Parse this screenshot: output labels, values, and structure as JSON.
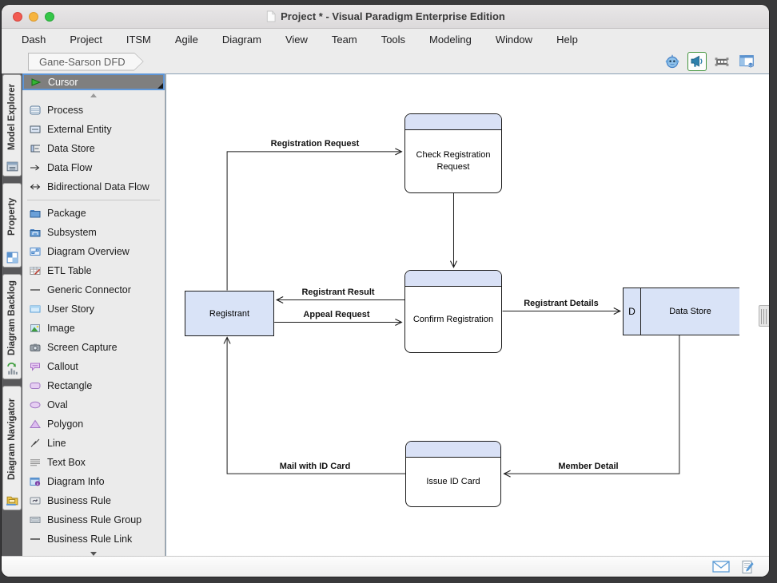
{
  "window": {
    "title": "Project * - Visual Paradigm Enterprise Edition",
    "controls": [
      "close",
      "minimize",
      "zoom"
    ]
  },
  "menu_bar": {
    "items": [
      "Dash",
      "Project",
      "ITSM",
      "Agile",
      "Diagram",
      "View",
      "Team",
      "Tools",
      "Modeling",
      "Window",
      "Help"
    ]
  },
  "toolbar": {
    "breadcrumb": "Gane-Sarson DFD",
    "right_icons": [
      "assistant-robot-icon",
      "announcement-icon",
      "selection-bounds-icon",
      "layout-panel-icon"
    ],
    "active_icon": "announcement-icon"
  },
  "side_tabs": {
    "items": [
      {
        "label": "Model Explorer",
        "icon": "model-explorer-icon"
      },
      {
        "label": "Property",
        "icon": "property-grid-icon"
      },
      {
        "label": "Diagram Backlog",
        "icon": "backlog-chart-icon"
      },
      {
        "label": "Diagram Navigator",
        "icon": "navigator-folder-icon"
      }
    ]
  },
  "palette": {
    "selected_tool": "Cursor",
    "tools": [
      {
        "label": "Cursor",
        "icon": "cursor-icon"
      },
      {
        "label": "Process",
        "icon": "process-icon"
      },
      {
        "label": "External Entity",
        "icon": "external-entity-icon"
      },
      {
        "label": "Data Store",
        "icon": "data-store-icon"
      },
      {
        "label": "Data Flow",
        "icon": "data-flow-icon"
      },
      {
        "label": "Bidirectional Data Flow",
        "icon": "bidirectional-data-flow-icon"
      },
      {
        "label": "Package",
        "icon": "package-icon"
      },
      {
        "label": "Subsystem",
        "icon": "subsystem-icon"
      },
      {
        "label": "Diagram Overview",
        "icon": "diagram-overview-icon"
      },
      {
        "label": "ETL Table",
        "icon": "etl-table-icon"
      },
      {
        "label": "Generic Connector",
        "icon": "generic-connector-icon"
      },
      {
        "label": "User Story",
        "icon": "user-story-icon"
      },
      {
        "label": "Image",
        "icon": "image-icon"
      },
      {
        "label": "Screen Capture",
        "icon": "screen-capture-icon"
      },
      {
        "label": "Callout",
        "icon": "callout-icon"
      },
      {
        "label": "Rectangle",
        "icon": "rectangle-icon"
      },
      {
        "label": "Oval",
        "icon": "oval-icon"
      },
      {
        "label": "Polygon",
        "icon": "polygon-icon"
      },
      {
        "label": "Line",
        "icon": "line-icon"
      },
      {
        "label": "Text Box",
        "icon": "text-box-icon"
      },
      {
        "label": "Diagram Info",
        "icon": "diagram-info-icon"
      },
      {
        "label": "Business Rule",
        "icon": "business-rule-icon"
      },
      {
        "label": "Business Rule Group",
        "icon": "business-rule-group-icon"
      },
      {
        "label": "Business Rule Link",
        "icon": "business-rule-link-icon"
      }
    ]
  },
  "diagram": {
    "nodes": {
      "check_registration": {
        "label": "Check Registration Request",
        "type": "process"
      },
      "confirm_registration": {
        "label": "Confirm Registration",
        "type": "process"
      },
      "issue_id_card": {
        "label": "Issue ID Card",
        "type": "process"
      },
      "registrant": {
        "label": "Registrant",
        "type": "external-entity"
      },
      "data_store": {
        "label": "Data Store",
        "tag": "D",
        "type": "data-store"
      }
    },
    "edges": {
      "registration_request": {
        "label": "Registration Request",
        "from": "registrant",
        "to": "check_registration"
      },
      "check_to_confirm": {
        "label": "",
        "from": "check_registration",
        "to": "confirm_registration"
      },
      "registrant_result": {
        "label": "Registrant Result",
        "from": "confirm_registration",
        "to": "registrant"
      },
      "appeal_request": {
        "label": "Appeal Request",
        "from": "registrant",
        "to": "confirm_registration"
      },
      "registrant_details": {
        "label": "Registrant Details",
        "from": "confirm_registration",
        "to": "data_store"
      },
      "member_detail": {
        "label": "Member Detail",
        "from": "data_store",
        "to": "issue_id_card"
      },
      "mail_with_id_card": {
        "label": "Mail with ID Card",
        "from": "issue_id_card",
        "to": "registrant"
      }
    }
  },
  "status_bar": {
    "icons": [
      "message-envelope-icon",
      "compose-note-icon"
    ]
  },
  "colors": {
    "node_fill": "#d9e3f7",
    "node_header_fill": "#d9e1f6",
    "selection_border": "#5e96d8",
    "selected_row_bg": "#7f7f7f",
    "rail_bg": "#59595b",
    "active_tool_border": "#45953f"
  }
}
